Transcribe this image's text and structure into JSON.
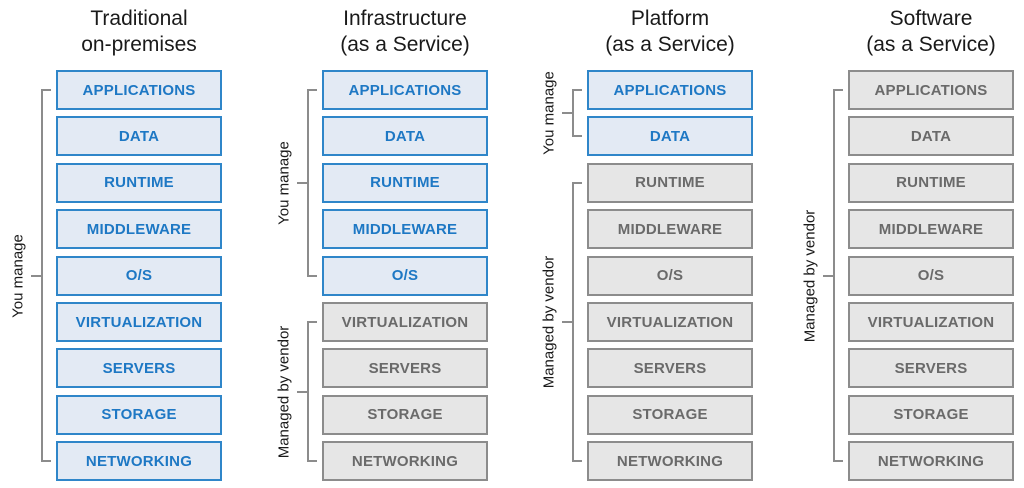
{
  "columns": [
    {
      "title_line1": "Traditional",
      "title_line2": "on-premises",
      "groups": [
        {
          "label": "You manage",
          "owner": "you",
          "layers": [
            "APPLICATIONS",
            "DATA",
            "RUNTIME",
            "MIDDLEWARE",
            "O/S",
            "VIRTUALIZATION",
            "SERVERS",
            "STORAGE",
            "NETWORKING"
          ]
        }
      ]
    },
    {
      "title_line1": "Infrastructure",
      "title_line2": "(as a Service)",
      "groups": [
        {
          "label": "You manage",
          "owner": "you",
          "layers": [
            "APPLICATIONS",
            "DATA",
            "RUNTIME",
            "MIDDLEWARE",
            "O/S"
          ]
        },
        {
          "label": "Managed by vendor",
          "owner": "vendor",
          "layers": [
            "VIRTUALIZATION",
            "SERVERS",
            "STORAGE",
            "NETWORKING"
          ]
        }
      ]
    },
    {
      "title_line1": "Platform",
      "title_line2": "(as a Service)",
      "groups": [
        {
          "label": "You manage",
          "owner": "you",
          "layers": [
            "APPLICATIONS",
            "DATA"
          ]
        },
        {
          "label": "Managed by vendor",
          "owner": "vendor",
          "layers": [
            "RUNTIME",
            "MIDDLEWARE",
            "O/S",
            "VIRTUALIZATION",
            "SERVERS",
            "STORAGE",
            "NETWORKING"
          ]
        }
      ]
    },
    {
      "title_line1": "Software",
      "title_line2": "(as a Service)",
      "groups": [
        {
          "label": "Managed by vendor",
          "owner": "vendor",
          "layers": [
            "APPLICATIONS",
            "DATA",
            "RUNTIME",
            "MIDDLEWARE",
            "O/S",
            "VIRTUALIZATION",
            "SERVERS",
            "STORAGE",
            "NETWORKING"
          ]
        }
      ]
    }
  ],
  "colors": {
    "you_border": "#2f86c9",
    "you_fill": "#e3eaf4",
    "you_text": "#1e78c4",
    "vendor_border": "#8c8c8c",
    "vendor_fill": "#e6e6e6",
    "vendor_text": "#6a6a6a",
    "bracket": "#8c8c8c"
  }
}
